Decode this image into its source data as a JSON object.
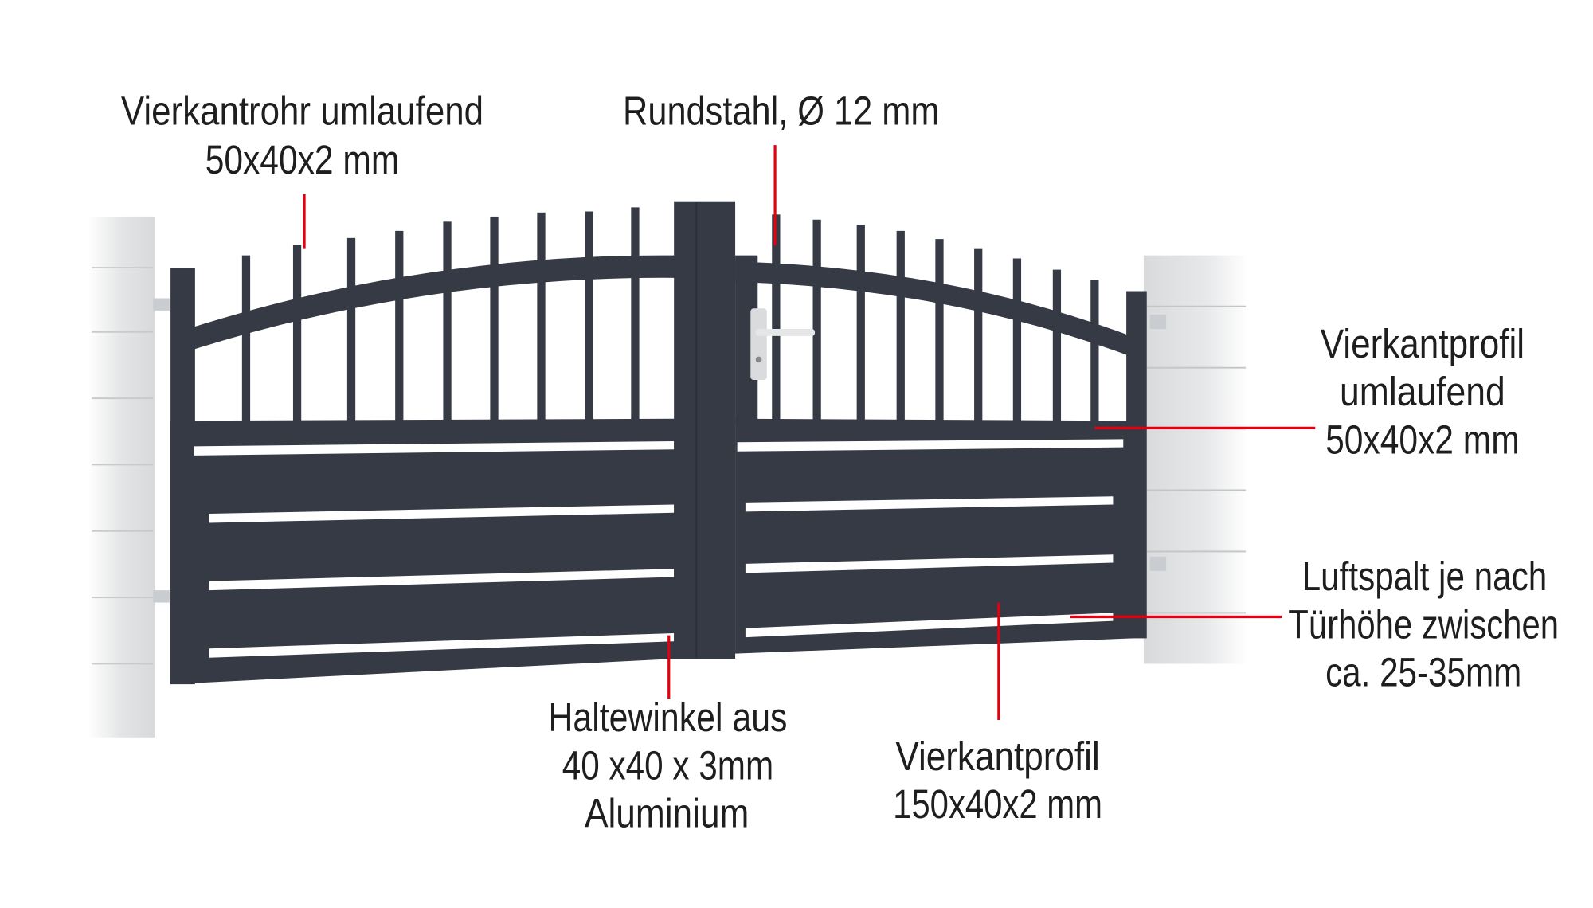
{
  "colors": {
    "gate": "#353a45",
    "callout": "#e3000f",
    "wall": "#e6e7e8"
  },
  "labels": {
    "frame_tube": {
      "line1": "Vierkantrohr umlaufend",
      "line2": "50x40x2 mm"
    },
    "round_steel": {
      "line1": "Rundstahl, Ø  12 mm"
    },
    "profile_surround": {
      "line1": "Vierkantprofil",
      "line2": "umlaufend",
      "line3": "50x40x2 mm"
    },
    "air_gap": {
      "line1": "Luftspalt je nach",
      "line2": "Türhöhe zwischen",
      "line3": "ca. 25-35mm"
    },
    "bracket": {
      "line1": "Haltewinkel aus",
      "line2": "40 x40 x 3mm",
      "line3": "Aluminium"
    },
    "profile_slat": {
      "line1": "Vierkantprofil",
      "line2": "150x40x2 mm"
    }
  }
}
